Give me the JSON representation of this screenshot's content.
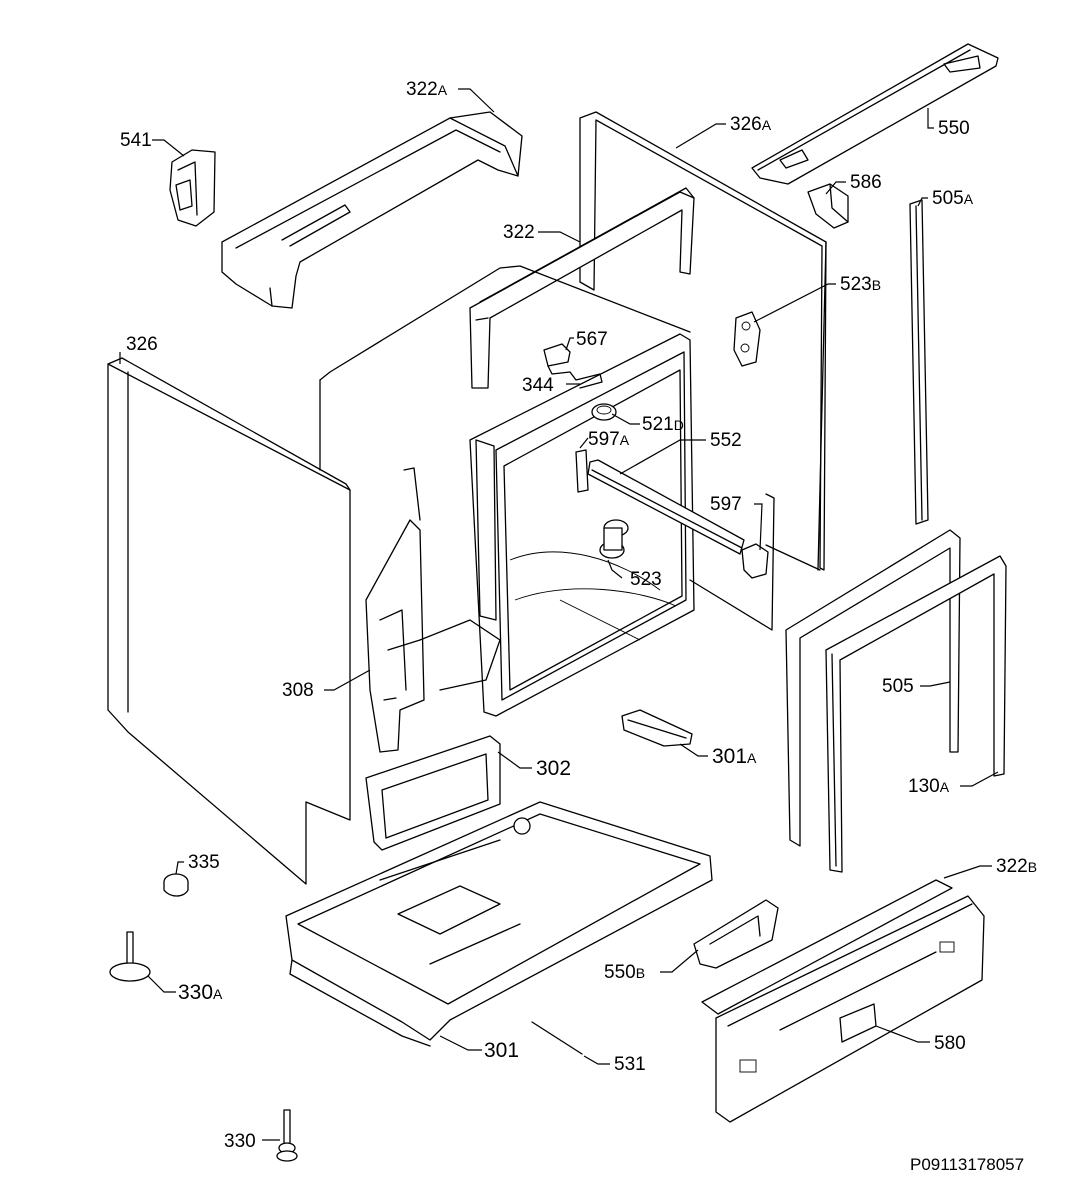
{
  "diagram": {
    "reference_code": "P09113178057",
    "callouts": [
      {
        "id": "c-322a",
        "num": "322",
        "suffix": "A"
      },
      {
        "id": "c-541",
        "num": "541",
        "suffix": ""
      },
      {
        "id": "c-326a",
        "num": "326",
        "suffix": "A"
      },
      {
        "id": "c-550",
        "num": "550",
        "suffix": ""
      },
      {
        "id": "c-586",
        "num": "586",
        "suffix": ""
      },
      {
        "id": "c-505a",
        "num": "505",
        "suffix": "A"
      },
      {
        "id": "c-322",
        "num": "322",
        "suffix": ""
      },
      {
        "id": "c-523b",
        "num": "523",
        "suffix": "B"
      },
      {
        "id": "c-326",
        "num": "326",
        "suffix": ""
      },
      {
        "id": "c-567",
        "num": "567",
        "suffix": ""
      },
      {
        "id": "c-344",
        "num": "344",
        "suffix": ""
      },
      {
        "id": "c-521d",
        "num": "521",
        "suffix": "D"
      },
      {
        "id": "c-597a",
        "num": "597",
        "suffix": "A"
      },
      {
        "id": "c-552",
        "num": "552",
        "suffix": ""
      },
      {
        "id": "c-597",
        "num": "597",
        "suffix": ""
      },
      {
        "id": "c-523",
        "num": "523",
        "suffix": ""
      },
      {
        "id": "c-308",
        "num": "308",
        "suffix": ""
      },
      {
        "id": "c-505",
        "num": "505",
        "suffix": ""
      },
      {
        "id": "c-302",
        "num": "302",
        "suffix": ""
      },
      {
        "id": "c-301a",
        "num": "301",
        "suffix": "A"
      },
      {
        "id": "c-130a",
        "num": "130",
        "suffix": "A"
      },
      {
        "id": "c-335",
        "num": "335",
        "suffix": ""
      },
      {
        "id": "c-322b",
        "num": "322",
        "suffix": "B"
      },
      {
        "id": "c-550b",
        "num": "550",
        "suffix": "B"
      },
      {
        "id": "c-330a",
        "num": "330",
        "suffix": "A"
      },
      {
        "id": "c-301",
        "num": "301",
        "suffix": ""
      },
      {
        "id": "c-531",
        "num": "531",
        "suffix": ""
      },
      {
        "id": "c-580",
        "num": "580",
        "suffix": ""
      },
      {
        "id": "c-330",
        "num": "330",
        "suffix": ""
      }
    ]
  }
}
